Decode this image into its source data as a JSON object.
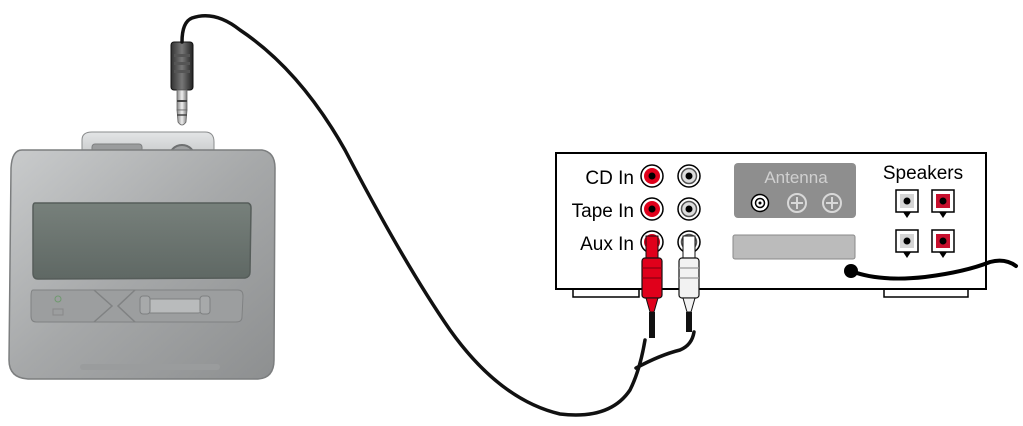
{
  "receiver": {
    "inputs": [
      {
        "label": "CD In"
      },
      {
        "label": "Tape In"
      },
      {
        "label": "Aux In"
      }
    ],
    "antenna_label": "Antenna",
    "speakers_label": "Speakers"
  },
  "colors": {
    "jack_red": "#e0001b",
    "speaker_red": "#c8102e",
    "receiver_body": "#ffffff",
    "antenna_panel": "#8e8e8e",
    "player_body": "#a7a9aa",
    "cable": "#111111"
  }
}
